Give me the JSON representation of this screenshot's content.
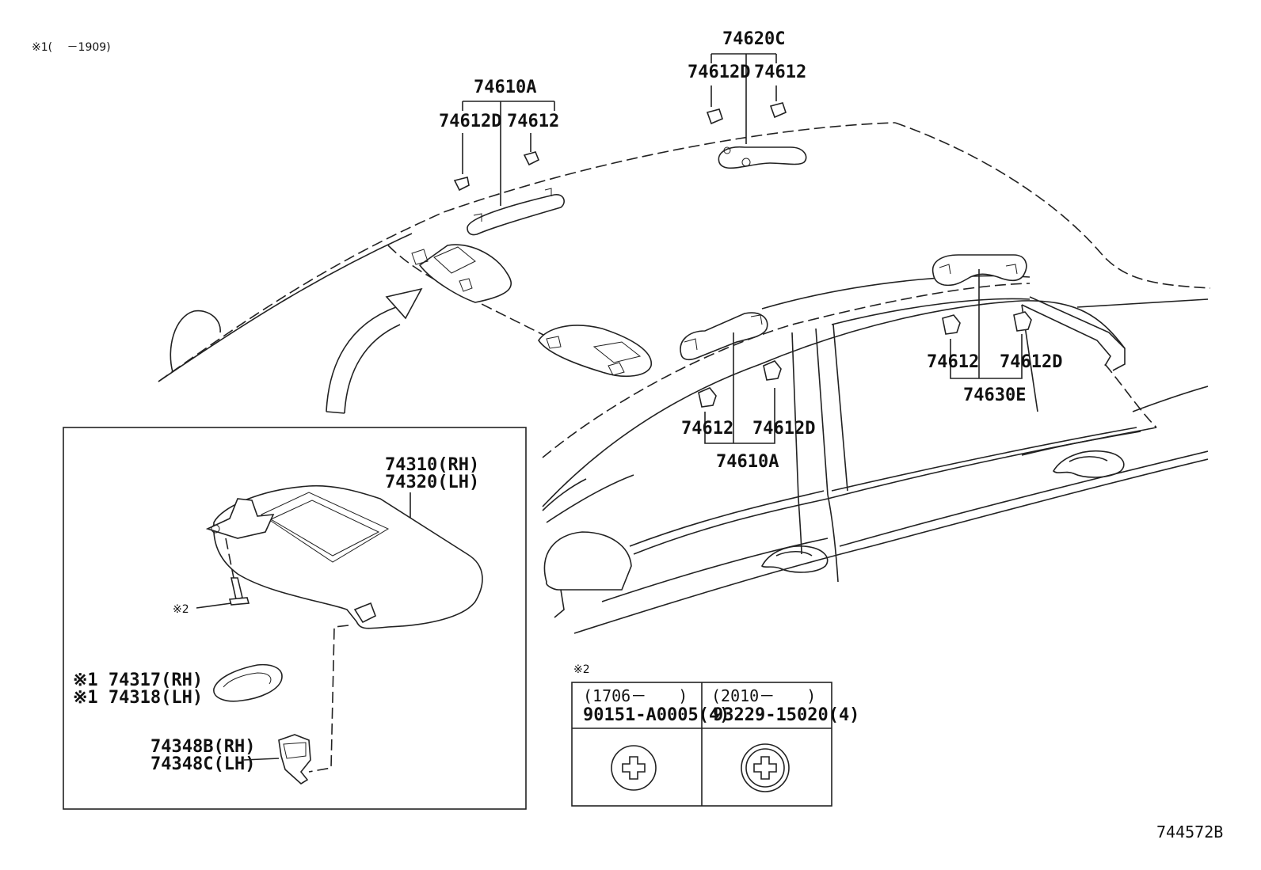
{
  "note_range": "※1(　 －1909)",
  "diagram_code": "744572B",
  "labels": {
    "grip_front_top": "74610A",
    "grip_front_top_l": "74612D",
    "grip_front_top_r": "74612",
    "grip_center_top": "74620C",
    "grip_center_top_l": "74612D",
    "grip_center_top_r": "74612",
    "grip_mid_l": "74612",
    "grip_mid_r": "74612D",
    "grip_mid_code": "74610A",
    "grip_rear_l": "74612",
    "grip_rear_r": "74612D",
    "grip_rear_code": "74630E",
    "visor_rh": "74310(RH)",
    "visor_lh": "74320(LH)",
    "note2_marker": "※2",
    "mirror_cover_rh": "※1 74317(RH)",
    "mirror_cover_lh": "※1 74318(LH)",
    "holder_rh": "74348B(RH)",
    "holder_lh": "74348C(LH)"
  },
  "table": {
    "title": "※2",
    "col1_range": "(1706－　　)",
    "col1_part": "90151-A0005(4)",
    "col2_range": "(2010－　　)",
    "col2_part": "93229-15020(4)"
  }
}
